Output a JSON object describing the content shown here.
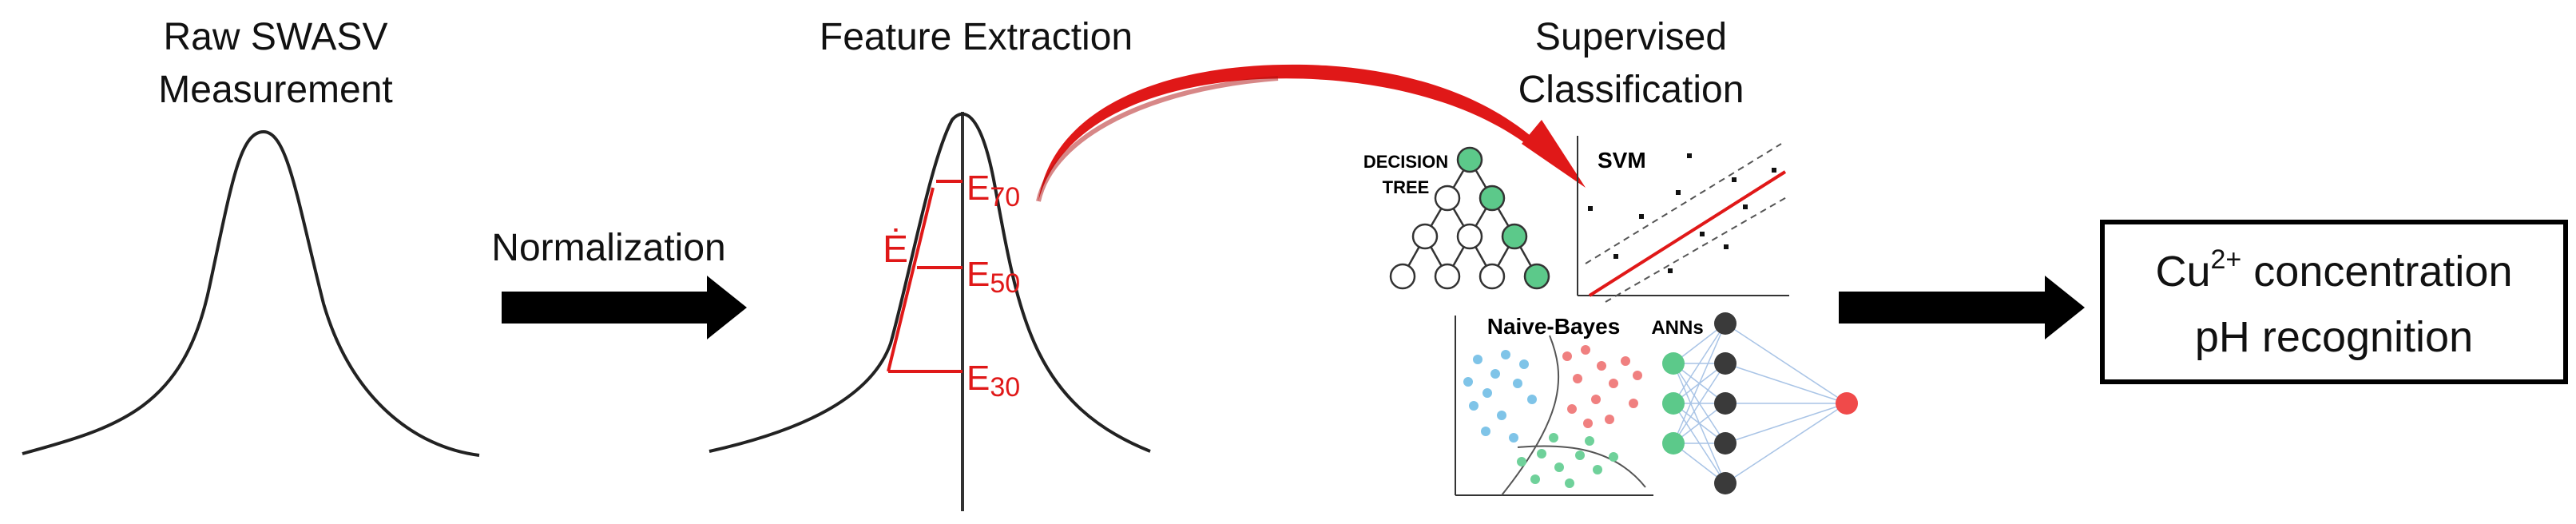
{
  "steps": {
    "raw": {
      "line1": "Raw SWASV",
      "line2": "Measurement"
    },
    "normalization": {
      "label": "Normalization"
    },
    "feature": {
      "title": "Feature Extraction",
      "e_dot": "Ė",
      "e70": {
        "base": "E",
        "sub": "70"
      },
      "e50": {
        "base": "E",
        "sub": "50"
      },
      "e30": {
        "base": "E",
        "sub": "30"
      }
    },
    "classification": {
      "line1": "Supervised",
      "line2": "Classification",
      "decision_tree": {
        "line1": "DECISION",
        "line2": "TREE"
      },
      "svm": "SVM",
      "naive_bayes": "Naive-Bayes",
      "anns": "ANNs"
    },
    "output": {
      "cu": "Cu",
      "cu_sup": "2+",
      "line1_rest": " concentration",
      "line2": "pH recognition"
    }
  },
  "colors": {
    "accent_red": "#e01818",
    "node_green": "#5cc98a",
    "node_dark": "#3a3a3a",
    "cluster_blue": "#7fc4e8",
    "cluster_red": "#f08080",
    "cluster_green": "#6fd19a",
    "ann_edge": "#a9c4e6"
  }
}
